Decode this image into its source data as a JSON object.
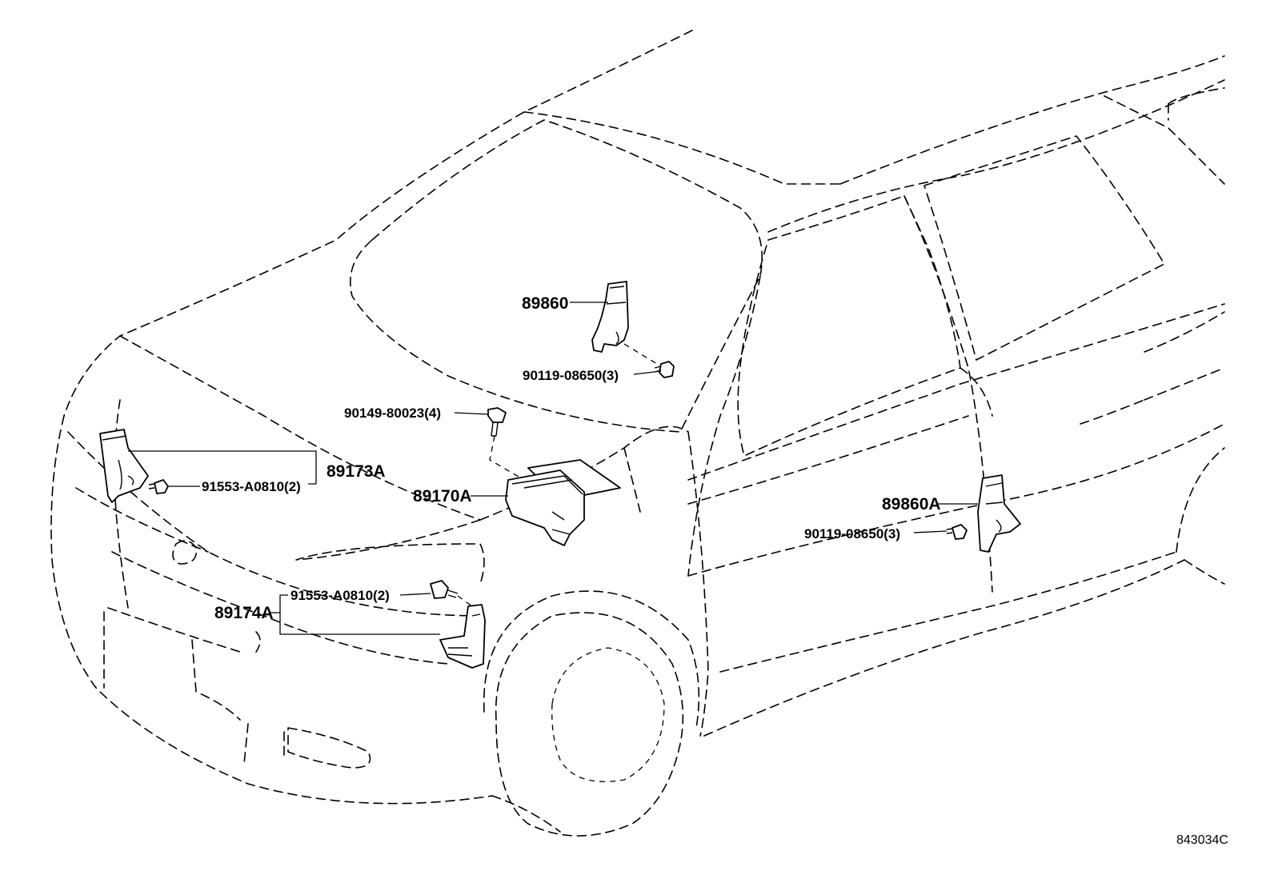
{
  "figure_number": "843034C",
  "parts": {
    "p89860": "89860",
    "p90119_upper": "90119-08650(3)",
    "p90149": "90149-80023(4)",
    "p89173A": "89173A",
    "p91553_upper": "91553-A0810(2)",
    "p89170A": "89170A",
    "p89860A": "89860A",
    "p90119_right": "90119-08650(3)",
    "p91553_lower": "91553-A0810(2)",
    "p89174A": "89174A"
  }
}
